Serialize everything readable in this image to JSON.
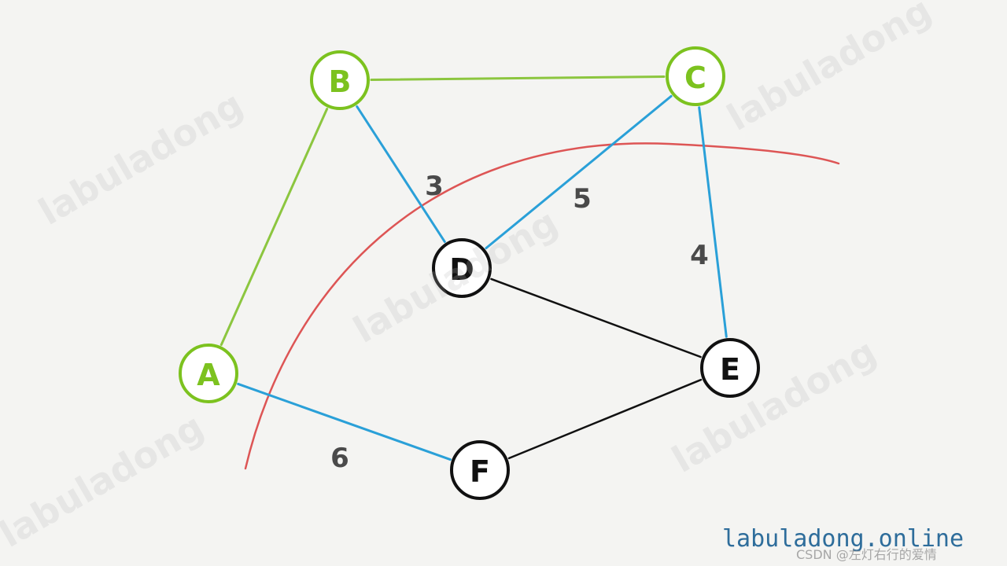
{
  "colors": {
    "mst_node": "#7cc21f",
    "normal_node": "#111111",
    "mst_edge": "#8cc63f",
    "crossing_edge": "#2aa0d8",
    "normal_edge": "#111111",
    "cut_line": "#dd5555",
    "background": "#f4f4f2"
  },
  "nodes": [
    {
      "id": "A",
      "label": "A",
      "group": "mst"
    },
    {
      "id": "B",
      "label": "B",
      "group": "mst"
    },
    {
      "id": "C",
      "label": "C",
      "group": "mst"
    },
    {
      "id": "D",
      "label": "D",
      "group": "normal"
    },
    {
      "id": "E",
      "label": "E",
      "group": "normal"
    },
    {
      "id": "F",
      "label": "F",
      "group": "normal"
    }
  ],
  "edges": [
    {
      "from": "A",
      "to": "B",
      "kind": "mst",
      "weight": ""
    },
    {
      "from": "B",
      "to": "C",
      "kind": "mst",
      "weight": ""
    },
    {
      "from": "B",
      "to": "D",
      "kind": "crossing",
      "weight": "3"
    },
    {
      "from": "C",
      "to": "D",
      "kind": "crossing",
      "weight": "5"
    },
    {
      "from": "C",
      "to": "E",
      "kind": "crossing",
      "weight": "4"
    },
    {
      "from": "A",
      "to": "F",
      "kind": "crossing",
      "weight": "6"
    },
    {
      "from": "D",
      "to": "E",
      "kind": "normal",
      "weight": ""
    },
    {
      "from": "F",
      "to": "E",
      "kind": "normal",
      "weight": ""
    }
  ],
  "watermark": "labuladong",
  "site": "labuladong.online",
  "credit": "CSDN @左灯右行的爱情"
}
